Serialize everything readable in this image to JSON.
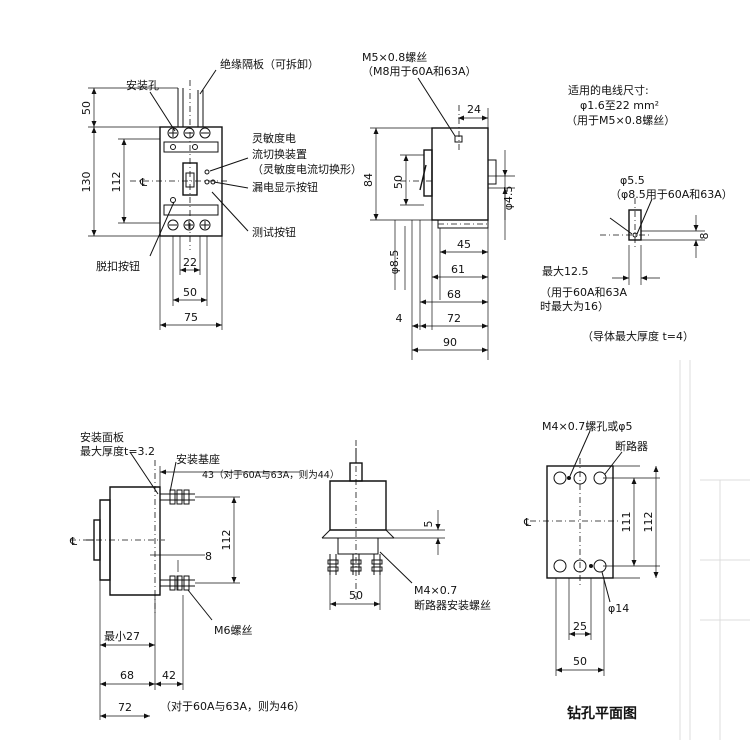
{
  "labels": {
    "mounting_hole": "安装孔",
    "insulation_barrier": "绝缘隔板（可拆卸）",
    "sensitivity_switch_1": "灵敏度电",
    "sensitivity_switch_2": "流切换装置",
    "sensitivity_switch_3": "（灵敏度电流切换形）",
    "leak_indicator": "漏电显示按钮",
    "test_button": "测试按钮",
    "trip_button": "脱扣按钮",
    "screw_m5": "M5×0.8螺丝",
    "screw_m8_note": "（M8用于60A和63A）",
    "wire_size_1": "适用的电线尺寸:",
    "wire_size_2": "φ1.6至22 mm²",
    "wire_size_3": "（用于M5×0.8螺丝）",
    "phi55": "φ5.5",
    "phi85_note": "（φ8.5用于60A和63A）",
    "max125": "最大12.5",
    "max16_note_1": "（用于60A和63A",
    "max16_note_2": "时最大为16）",
    "conductor_thickness": "（导体最大厚度 t=4）",
    "panel_1": "安装面板",
    "panel_2": "最大厚度t=3.2",
    "base": "安装基座",
    "dim43_note": "43（对于60A与63A，则为44）",
    "m6": "M6螺丝",
    "min27": "最小27",
    "dim46_note": "（对于60A与63A，则为46）",
    "m4_1": "M4×0.7",
    "m4_2": "断路器安装螺丝",
    "m4_hole": "M4×0.7螺孔或φ5",
    "breaker": "断路器",
    "phi14": "φ14",
    "drill_plan": "钻孔平面图",
    "centerline": "℄"
  },
  "dims": {
    "d50a": "50",
    "d130": "130",
    "d112a": "112",
    "d22": "22",
    "d50b": "50",
    "d75": "75",
    "d24": "24",
    "d84": "84",
    "d50c": "50",
    "d45": "45",
    "d4_5": "φ4.5",
    "d8_5": "φ8.5",
    "d61": "61",
    "d68": "68",
    "d4": "4",
    "d72": "72",
    "d90": "90",
    "d8a": "8",
    "d112b": "112",
    "d8b": "8",
    "d68b": "68",
    "d42": "42",
    "d72b": "72",
    "d5": "5",
    "d50d": "50",
    "d111": "111",
    "d112c": "112",
    "d25": "25",
    "d50e": "50"
  }
}
